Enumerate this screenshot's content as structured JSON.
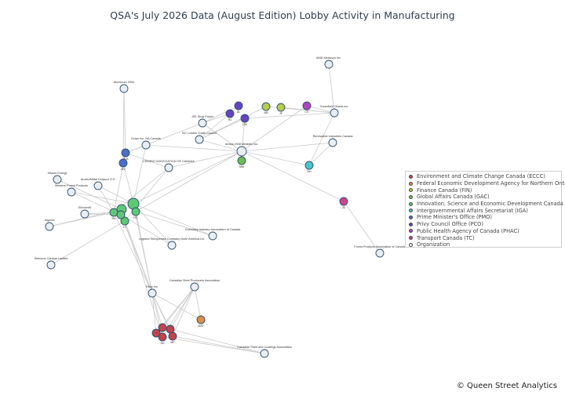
{
  "title": "QSA's July 2026 Data (August Edition) Lobby Activity in Manufacturing",
  "credit": "© Queen Street Analytics",
  "legend": [
    {
      "label": "Environment and Climate Change Canada (ECCC)",
      "color": "#c0444a"
    },
    {
      "label": "Federal Economic Development Agency for Northern Ontario",
      "color": "#dc8d46"
    },
    {
      "label": "Finance Canada (FIN)",
      "color": "#b6cc4c"
    },
    {
      "label": "Global Affairs Canada (GAC)",
      "color": "#6cbf4e"
    },
    {
      "label": "Innovation, Science and Economic Development Canada (ISED)",
      "color": "#5ec874"
    },
    {
      "label": "Intergovernmental Affairs Secretariat (IGA)",
      "color": "#48c6cc"
    },
    {
      "label": "Prime Minister's Office (PMO)",
      "color": "#4a6fc8"
    },
    {
      "label": "Privy Council Office (PCO)",
      "color": "#6444c4"
    },
    {
      "label": "Public Health Agency of Canada (PHAC)",
      "color": "#b044c0"
    },
    {
      "label": "Transport Canada (TC)",
      "color": "#cc4490"
    },
    {
      "label": "Organization",
      "color": "#e9eef4"
    }
  ],
  "nodes": [
    {
      "id": "amd",
      "label": "AMD Medicom Inc.",
      "color": "#e9eef4"
    },
    {
      "id": "alum",
      "label": "Aluminum 3334",
      "color": "#e9eef4"
    },
    {
      "id": "jfe",
      "label": "JFE Shoji Power",
      "color": "#e9eef4"
    },
    {
      "id": "greenfield",
      "label": "Greenfield Global Inc.",
      "color": "#e9eef4"
    },
    {
      "id": "bclumber",
      "label": "BC Lumber Trade Council",
      "color": "#e9eef4"
    },
    {
      "id": "renew",
      "label": "Renewable Industries Canada",
      "color": "#e9eef4"
    },
    {
      "id": "evraz",
      "label": "Evraz Inc. NA Canada",
      "color": "#e9eef4"
    },
    {
      "id": "airca",
      "label": "Amica 2008 Medistic Inc.",
      "color": "#e9eef4"
    },
    {
      "id": "cement",
      "label": "CEMENT ASSOCIATION OF CANADA",
      "color": "#e9eef4"
    },
    {
      "id": "hitachi",
      "label": "Hitachi Energy",
      "color": "#e9eef4"
    },
    {
      "id": "arcelor",
      "label": "ArcelorMittal Dofasco G.P.",
      "color": "#e9eef4"
    },
    {
      "id": "western",
      "label": "Western Forest Products",
      "color": "#e9eef4"
    },
    {
      "id": "elements",
      "label": "Element5",
      "color": "#e9eef4"
    },
    {
      "id": "algoma",
      "label": "Algoma",
      "color": "#e9eef4"
    },
    {
      "id": "chemistry",
      "label": "Chemistry Industry Association of Canada",
      "color": "#e9eef4"
    },
    {
      "id": "legrand",
      "label": "Legrand Telexpertise Company North America Inc.",
      "color": "#e9eef4"
    },
    {
      "id": "siemens",
      "label": "Siemens Canada Limited",
      "color": "#e9eef4"
    },
    {
      "id": "forest",
      "label": "Forest Products Association of Canada",
      "color": "#e9eef4"
    },
    {
      "id": "steel",
      "label": "Canadian Steel Producers Association",
      "color": "#e9eef4"
    },
    {
      "id": "rioty",
      "label": "Rioty Inc.",
      "color": "#e9eef4"
    },
    {
      "id": "paint",
      "label": "Canadian Paint and Coatings Association",
      "color": "#e9eef4"
    },
    {
      "id": "p1",
      "label": "DL",
      "color": "#6444c4"
    },
    {
      "id": "p2",
      "label": "RJ",
      "color": "#6444c4"
    },
    {
      "id": "p3",
      "label": "DM",
      "color": "#6444c4"
    },
    {
      "id": "f1",
      "label": "NB",
      "color": "#b6cc4c"
    },
    {
      "id": "f2",
      "label": "JF",
      "color": "#b6cc4c"
    },
    {
      "id": "ph1",
      "label": "CS",
      "color": "#b044c0"
    },
    {
      "id": "pm1",
      "label": "RLB",
      "color": "#4a6fc8"
    },
    {
      "id": "pm2",
      "label": "MV",
      "color": "#4a6fc8"
    },
    {
      "id": "g1",
      "label": "MM",
      "color": "#6cbf4e"
    },
    {
      "id": "iga1",
      "label": "NH",
      "color": "#48c6cc"
    },
    {
      "id": "tc1",
      "label": "JG",
      "color": "#cc4490"
    },
    {
      "id": "is1",
      "label": "",
      "color": "#5ec874"
    },
    {
      "id": "is2",
      "label": "",
      "color": "#5ec874"
    },
    {
      "id": "is3",
      "label": "RA",
      "color": "#5ec874"
    },
    {
      "id": "is4",
      "label": "RC",
      "color": "#5ec874"
    },
    {
      "id": "is5",
      "label": "LT",
      "color": "#5ec874"
    },
    {
      "id": "is6",
      "label": "",
      "color": "#5ec874"
    },
    {
      "id": "e1",
      "label": "",
      "color": "#c0444a"
    },
    {
      "id": "e2",
      "label": "",
      "color": "#c0444a"
    },
    {
      "id": "e3",
      "label": "",
      "color": "#c0444a"
    },
    {
      "id": "e4",
      "label": "AH",
      "color": "#c0444a"
    },
    {
      "id": "e5",
      "label": "MP",
      "color": "#c0444a"
    },
    {
      "id": "fn1",
      "label": "MAT",
      "color": "#dc8d46"
    }
  ],
  "edges": [
    [
      "amd",
      "greenfield"
    ],
    [
      "greenfield",
      "ph1"
    ],
    [
      "greenfield",
      "f2"
    ],
    [
      "greenfield",
      "f1"
    ],
    [
      "greenfield",
      "p3"
    ],
    [
      "jfe",
      "p2"
    ],
    [
      "jfe",
      "p1"
    ],
    [
      "jfe",
      "airca"
    ],
    [
      "jfe",
      "pm1"
    ],
    [
      "bclumber",
      "p3"
    ],
    [
      "bclumber",
      "p1"
    ],
    [
      "bclumber",
      "f1"
    ],
    [
      "bclumber",
      "airca"
    ],
    [
      "airca",
      "g1"
    ],
    [
      "airca",
      "iga1"
    ],
    [
      "airca",
      "tc1"
    ],
    [
      "airca",
      "renew"
    ],
    [
      "airca",
      "ph1"
    ],
    [
      "airca",
      "p3"
    ],
    [
      "airca",
      "cement"
    ],
    [
      "airca",
      "evraz"
    ],
    [
      "airca",
      "is1"
    ],
    [
      "airca",
      "is4"
    ],
    [
      "iga1",
      "renew"
    ],
    [
      "iga1",
      "greenfield"
    ],
    [
      "tc1",
      "forest"
    ],
    [
      "evraz",
      "pm1"
    ],
    [
      "evraz",
      "is1"
    ],
    [
      "alum",
      "pm1"
    ],
    [
      "alum",
      "pm2"
    ],
    [
      "cement",
      "is3"
    ],
    [
      "cement",
      "is5"
    ],
    [
      "cement",
      "pm1"
    ],
    [
      "hitachi",
      "is2"
    ],
    [
      "arcelor",
      "is3"
    ],
    [
      "arcelor",
      "is1"
    ],
    [
      "western",
      "is1"
    ],
    [
      "western",
      "is6"
    ],
    [
      "elements",
      "is3"
    ],
    [
      "elements",
      "is6"
    ],
    [
      "algoma",
      "is3"
    ],
    [
      "algoma",
      "is2"
    ],
    [
      "siemens",
      "is5"
    ],
    [
      "chemistry",
      "is1"
    ],
    [
      "chemistry",
      "is4"
    ],
    [
      "legrand",
      "is1"
    ],
    [
      "legrand",
      "is6"
    ],
    [
      "pm2",
      "is1"
    ],
    [
      "pm1",
      "is3"
    ],
    [
      "is1",
      "rioty"
    ],
    [
      "is6",
      "rioty"
    ],
    [
      "is3",
      "rioty"
    ],
    [
      "is5",
      "rioty"
    ],
    [
      "is4",
      "rioty"
    ],
    [
      "is5",
      "e4"
    ],
    [
      "rioty",
      "e1"
    ],
    [
      "rioty",
      "e2"
    ],
    [
      "rioty",
      "e3"
    ],
    [
      "rioty",
      "e4"
    ],
    [
      "rioty",
      "e5"
    ],
    [
      "rioty",
      "fn1"
    ],
    [
      "steel",
      "e1"
    ],
    [
      "steel",
      "e2"
    ],
    [
      "steel",
      "e3"
    ],
    [
      "steel",
      "e4"
    ],
    [
      "steel",
      "e5"
    ],
    [
      "steel",
      "fn1"
    ],
    [
      "paint",
      "e3"
    ],
    [
      "paint",
      "e5"
    ],
    [
      "paint",
      "e4"
    ]
  ]
}
